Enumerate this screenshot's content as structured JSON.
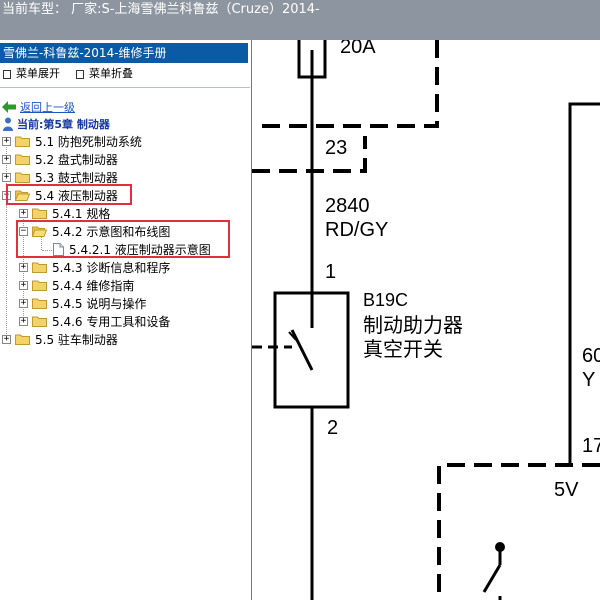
{
  "window": {
    "title": "当前车型：  厂家:S-上海雪佛兰科鲁兹（Cruze）2014-"
  },
  "panel": {
    "title": "雪佛兰-科鲁兹-2014-维修手册",
    "expand_label": "菜单展开",
    "collapse_label": "菜单折叠",
    "back_label": "返回上一级",
    "current_label": "当前:第5章 制动器"
  },
  "tree": {
    "n51": "5.1 防抱死制动系统",
    "n52": "5.2 盘式制动器",
    "n53": "5.3 鼓式制动器",
    "n54": "5.4 液压制动器",
    "n541": "5.4.1 规格",
    "n542": "5.4.2 示意图和布线图",
    "n5421": "5.4.2.1 液压制动器示意图",
    "n543": "5.4.3 诊断信息和程序",
    "n544": "5.4.4 维修指南",
    "n545": "5.4.5 说明与操作",
    "n546": "5.4.6 专用工具和设备",
    "n55": "5.5 驻车制动器",
    "expanded_sign": "−",
    "collapsed_sign": "+"
  },
  "diagram": {
    "fuse_rating": "20A",
    "pin_23": "23",
    "circuit_no": "2840",
    "wire_color": "RD/GY",
    "pin_1": "1",
    "pin_2": "2",
    "component_id": "B19C",
    "component_name_1": "制动助力器",
    "component_name_2": "真空开关",
    "right_partial_1": "60",
    "right_partial_2": "Y",
    "right_partial_3": "17",
    "voltage": "5V"
  },
  "colors": {
    "title_bg": "#0a5aa6",
    "titlebar_bg": "#8d96a0",
    "highlight": "#e03040",
    "link": "#1a56c5",
    "current": "#1438a0"
  }
}
